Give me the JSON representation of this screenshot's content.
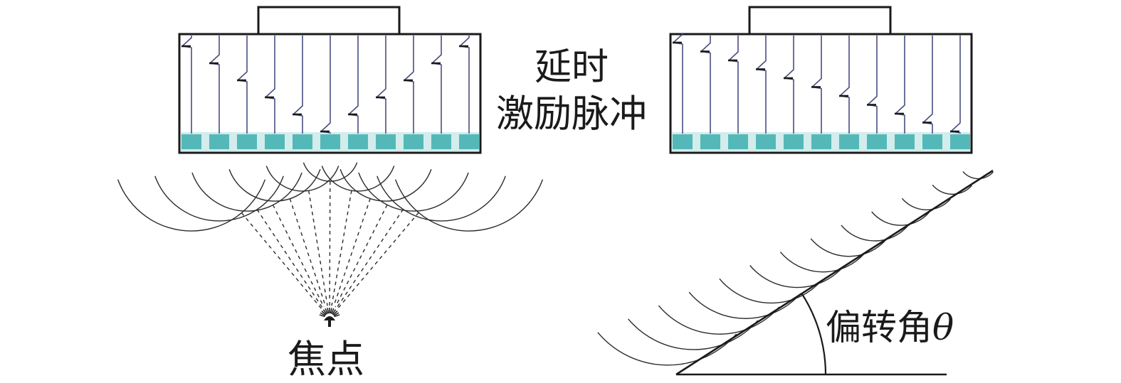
{
  "labels": {
    "delay_line1": "延时",
    "delay_line2": "激励脉冲",
    "focus": "焦点",
    "steer_angle": "偏转角",
    "theta": "θ"
  },
  "colors": {
    "outline": "#1a1a1a",
    "element": "#55b8b8",
    "element_strip": "#d3ecec",
    "signal_line": "#4a4e82",
    "wavefront": "#2b2b2b"
  }
}
